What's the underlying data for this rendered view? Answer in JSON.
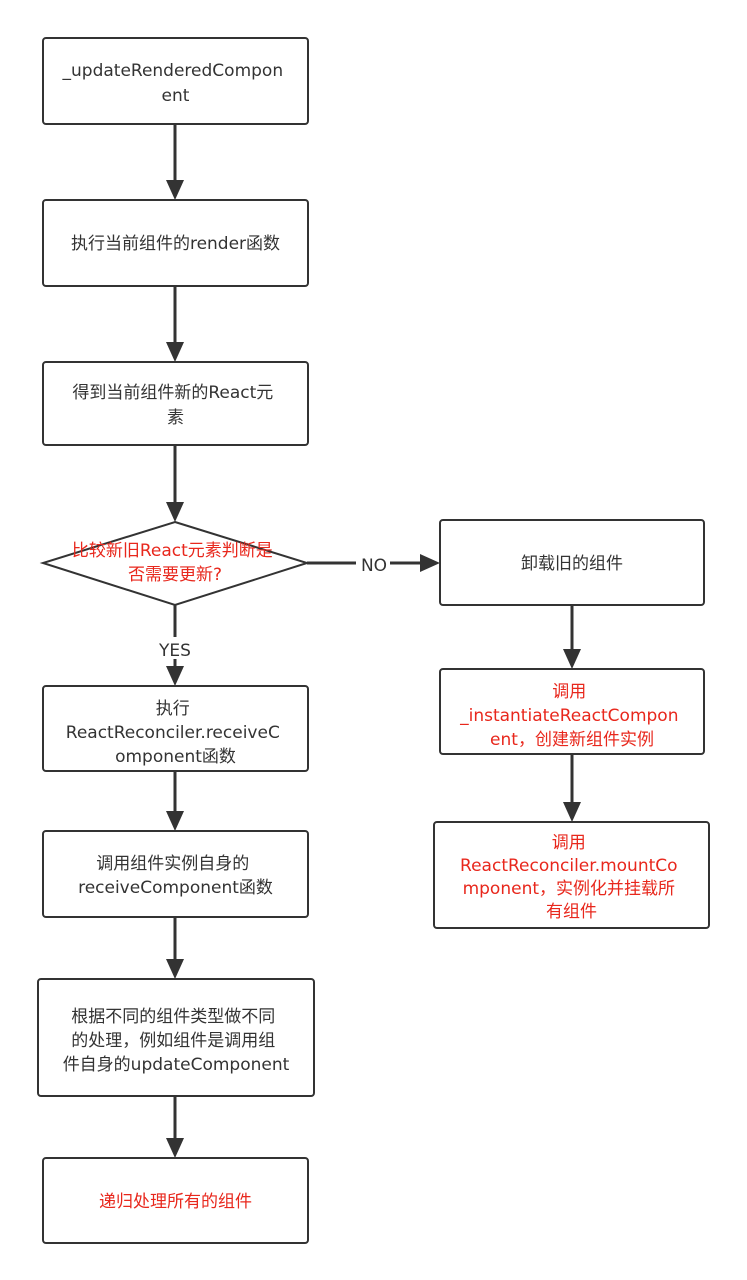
{
  "nodes": {
    "update_rendered": {
      "lines": [
        "_updateRenderedCompon",
        "ent"
      ]
    },
    "exec_render": {
      "lines": [
        "执行当前组件的render函数"
      ]
    },
    "get_element": {
      "lines": [
        "得到当前组件新的React元",
        "素"
      ]
    },
    "decision": {
      "lines": [
        "比较新旧React元素判断是",
        "否需要更新?"
      ]
    },
    "unmount_old": {
      "lines": [
        "卸载旧的组件"
      ]
    },
    "instantiate": {
      "lines": [
        "调用",
        "_instantiateReactCompon",
        "ent，创建新组件实例"
      ]
    },
    "mount_component": {
      "lines": [
        "调用",
        "ReactReconciler.mountCo",
        "mponent，实例化并挂载所",
        "有组件"
      ]
    },
    "receive_component": {
      "lines": [
        "执行",
        "ReactReconciler.receiveC",
        "omponent函数"
      ]
    },
    "call_receive": {
      "lines": [
        "调用组件实例自身的",
        "receiveComponent函数"
      ]
    },
    "handle_types": {
      "lines": [
        "根据不同的组件类型做不同",
        "的处理，例如组件是调用组",
        "件自身的updateComponent"
      ]
    },
    "recursive": {
      "lines": [
        "递归处理所有的组件"
      ]
    }
  },
  "edges": {
    "yes_label": "YES",
    "no_label": "NO"
  },
  "colors": {
    "stroke": "#333333",
    "text": "#333333",
    "highlight": "#e8271c"
  }
}
